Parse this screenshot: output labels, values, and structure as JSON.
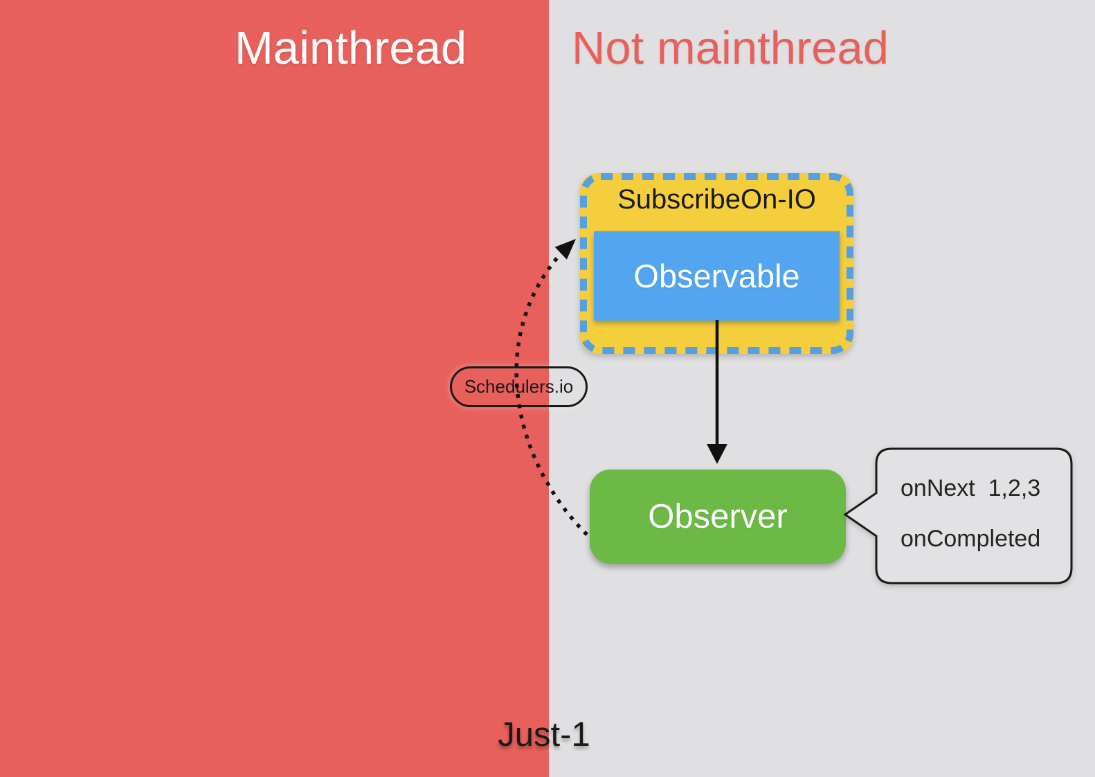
{
  "panels": {
    "mainthread": {
      "label": "Mainthread",
      "bg_color": "#e7605c",
      "text_color": "#ffffff"
    },
    "not_mainthread": {
      "label": "Not mainthread",
      "bg_color": "#e0e0e2",
      "text_color": "#e7605c"
    }
  },
  "diagram": {
    "subscribe_on_group": {
      "label": "SubscribeOn-IO",
      "fill_color": "#f5ce3e",
      "dashed_border_color": "#55a0e0",
      "label_color": "#1a1a1a"
    },
    "observable_box": {
      "label": "Observable",
      "fill_color": "#54a5ef",
      "text_color": "#ffffff"
    },
    "observer_box": {
      "label": "Observer",
      "fill_color": "#6db946",
      "text_color": "#ffffff"
    },
    "scheduler_badge": {
      "label": "Schedulers.io"
    },
    "callout_bubble": {
      "line1": "onNext  1,2,3",
      "line2": "onCompleted"
    },
    "caption": "Just-1",
    "arrow_color": "#111111"
  }
}
